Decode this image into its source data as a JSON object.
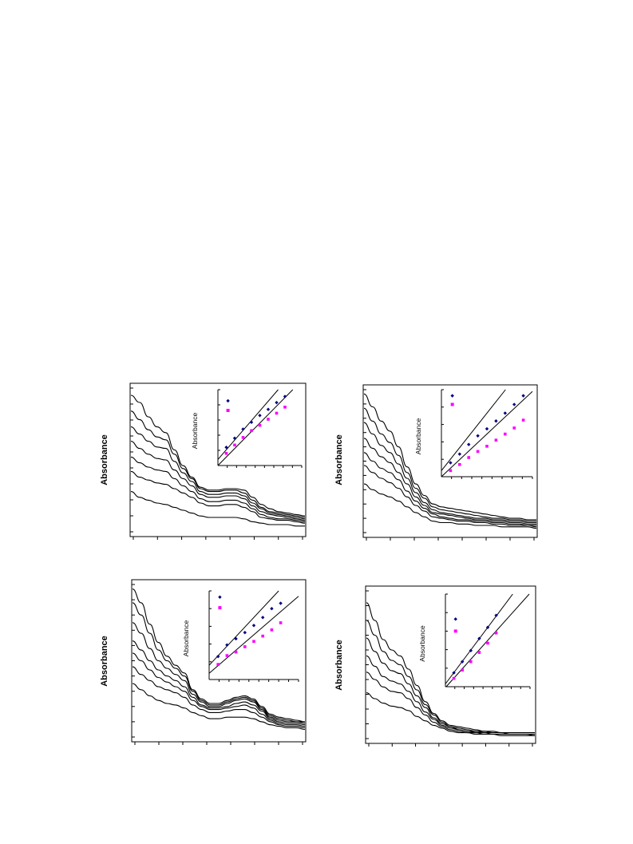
{
  "page": {
    "background": "#ffffff"
  },
  "colors": {
    "line": "#000000",
    "series_a_marker": "#000080",
    "series_b_marker": "#ff00ff"
  },
  "chart_data": [
    {
      "id": "panel-top-left",
      "type": "line",
      "ylabel": "Absorbance",
      "xlim": [
        0,
        12
      ],
      "ylim": [
        0,
        1.0
      ],
      "series": [
        {
          "y": [
            0.95,
            0.9,
            0.8,
            0.73,
            0.69,
            0.57,
            0.46,
            0.38,
            0.31,
            0.29,
            0.29,
            0.3,
            0.3,
            0.29,
            0.24,
            0.19,
            0.16,
            0.14,
            0.13,
            0.12,
            0.11
          ]
        },
        {
          "y": [
            0.84,
            0.78,
            0.71,
            0.66,
            0.64,
            0.54,
            0.44,
            0.37,
            0.3,
            0.28,
            0.28,
            0.29,
            0.29,
            0.27,
            0.22,
            0.17,
            0.14,
            0.13,
            0.12,
            0.11,
            0.1
          ]
        },
        {
          "y": [
            0.73,
            0.68,
            0.63,
            0.59,
            0.58,
            0.49,
            0.41,
            0.35,
            0.28,
            0.26,
            0.26,
            0.27,
            0.27,
            0.25,
            0.2,
            0.16,
            0.13,
            0.12,
            0.11,
            0.1,
            0.09
          ]
        },
        {
          "y": [
            0.63,
            0.58,
            0.54,
            0.51,
            0.5,
            0.43,
            0.37,
            0.32,
            0.26,
            0.24,
            0.24,
            0.25,
            0.25,
            0.23,
            0.18,
            0.14,
            0.12,
            0.11,
            0.1,
            0.09,
            0.08
          ]
        },
        {
          "y": [
            0.52,
            0.48,
            0.45,
            0.43,
            0.42,
            0.37,
            0.32,
            0.28,
            0.23,
            0.21,
            0.21,
            0.22,
            0.22,
            0.2,
            0.16,
            0.12,
            0.1,
            0.09,
            0.09,
            0.08,
            0.07
          ]
        },
        {
          "y": [
            0.42,
            0.38,
            0.36,
            0.34,
            0.33,
            0.3,
            0.27,
            0.24,
            0.2,
            0.18,
            0.18,
            0.19,
            0.19,
            0.17,
            0.14,
            0.1,
            0.09,
            0.08,
            0.08,
            0.07,
            0.06
          ]
        },
        {
          "y": [
            0.28,
            0.24,
            0.22,
            0.2,
            0.19,
            0.17,
            0.15,
            0.13,
            0.11,
            0.1,
            0.1,
            0.1,
            0.1,
            0.09,
            0.07,
            0.06,
            0.05,
            0.05,
            0.05,
            0.04,
            0.04
          ]
        }
      ],
      "inset": {
        "ylabel": "Absorbance",
        "xlim": [
          0,
          10
        ],
        "ylim": [
          0,
          1.0
        ],
        "series_a": {
          "x": [
            1,
            2,
            3,
            4,
            5,
            6,
            7,
            8
          ],
          "y": [
            0.24,
            0.36,
            0.48,
            0.57,
            0.66,
            0.74,
            0.83,
            0.91
          ],
          "fit": [
            0.08,
            1.28
          ]
        },
        "series_b": {
          "x": [
            1,
            2,
            3,
            4,
            5,
            6,
            7,
            8
          ],
          "y": [
            0.16,
            0.27,
            0.37,
            0.46,
            0.53,
            0.61,
            0.69,
            0.77
          ],
          "fit": [
            0.0,
            1.12
          ]
        },
        "legend": {
          "a": {
            "y": 1.18
          },
          "b": {
            "y": 1.02
          }
        }
      }
    },
    {
      "id": "panel-top-right",
      "type": "line",
      "ylabel": "Absorbance",
      "xlim": [
        0,
        12
      ],
      "ylim": [
        0,
        1.0
      ],
      "series": [
        {
          "y": [
            0.97,
            0.88,
            0.78,
            0.71,
            0.6,
            0.46,
            0.34,
            0.26,
            0.2,
            0.18,
            0.17,
            0.16,
            0.15,
            0.14,
            0.13,
            0.12,
            0.11,
            0.1,
            0.1,
            0.09,
            0.09
          ]
        },
        {
          "y": [
            0.87,
            0.78,
            0.69,
            0.63,
            0.54,
            0.42,
            0.31,
            0.24,
            0.18,
            0.16,
            0.15,
            0.14,
            0.13,
            0.12,
            0.11,
            0.1,
            0.1,
            0.09,
            0.09,
            0.08,
            0.08
          ]
        },
        {
          "y": [
            0.77,
            0.69,
            0.61,
            0.56,
            0.48,
            0.38,
            0.28,
            0.21,
            0.16,
            0.14,
            0.13,
            0.12,
            0.11,
            0.1,
            0.1,
            0.09,
            0.09,
            0.08,
            0.08,
            0.07,
            0.07
          ]
        },
        {
          "y": [
            0.66,
            0.59,
            0.53,
            0.49,
            0.42,
            0.34,
            0.25,
            0.19,
            0.14,
            0.13,
            0.12,
            0.11,
            0.1,
            0.09,
            0.09,
            0.08,
            0.08,
            0.07,
            0.07,
            0.06,
            0.06
          ]
        },
        {
          "y": [
            0.56,
            0.5,
            0.45,
            0.42,
            0.37,
            0.29,
            0.22,
            0.17,
            0.13,
            0.11,
            0.1,
            0.09,
            0.09,
            0.08,
            0.08,
            0.07,
            0.07,
            0.06,
            0.06,
            0.05,
            0.05
          ]
        },
        {
          "y": [
            0.47,
            0.42,
            0.38,
            0.35,
            0.31,
            0.25,
            0.19,
            0.15,
            0.11,
            0.1,
            0.09,
            0.08,
            0.08,
            0.07,
            0.07,
            0.06,
            0.06,
            0.05,
            0.05,
            0.05,
            0.04
          ]
        },
        {
          "y": [
            0.34,
            0.3,
            0.27,
            0.25,
            0.22,
            0.18,
            0.14,
            0.11,
            0.08,
            0.07,
            0.07,
            0.06,
            0.06,
            0.05,
            0.05,
            0.05,
            0.04,
            0.04,
            0.04,
            0.04,
            0.03
          ]
        }
      ],
      "inset": {
        "ylabel": "Absorbance",
        "xlim": [
          0,
          10
        ],
        "ylim": [
          0,
          1.0
        ],
        "series_a": {
          "x": [
            1,
            2,
            3,
            4,
            5,
            6,
            7,
            8,
            9
          ],
          "y": [
            0.16,
            0.26,
            0.37,
            0.47,
            0.55,
            0.64,
            0.73,
            0.83,
            0.93
          ],
          "fit": [
            0.07,
            1.32
          ]
        },
        "series_b": {
          "x": [
            1,
            2,
            3,
            4,
            5,
            6,
            7,
            8,
            9
          ],
          "y": [
            0.07,
            0.14,
            0.22,
            0.29,
            0.35,
            0.42,
            0.49,
            0.56,
            0.65
          ],
          "fit": [
            0.0,
            0.98
          ]
        },
        "legend": {
          "a": {
            "y": 0.93
          },
          "b": {
            "y": 0.83
          }
        }
      }
    },
    {
      "id": "panel-bottom-left",
      "type": "line",
      "ylabel": "Absorbance",
      "xlim": [
        0,
        12
      ],
      "ylim": [
        0,
        1.0
      ],
      "series": [
        {
          "y": [
            0.97,
            0.88,
            0.74,
            0.62,
            0.53,
            0.47,
            0.42,
            0.31,
            0.25,
            0.22,
            0.22,
            0.24,
            0.26,
            0.27,
            0.25,
            0.2,
            0.15,
            0.13,
            0.12,
            0.11,
            0.1
          ]
        },
        {
          "y": [
            0.88,
            0.8,
            0.68,
            0.57,
            0.5,
            0.45,
            0.4,
            0.3,
            0.24,
            0.21,
            0.21,
            0.23,
            0.25,
            0.26,
            0.24,
            0.19,
            0.14,
            0.12,
            0.11,
            0.1,
            0.1
          ]
        },
        {
          "y": [
            0.75,
            0.68,
            0.58,
            0.5,
            0.45,
            0.41,
            0.37,
            0.28,
            0.23,
            0.2,
            0.2,
            0.22,
            0.24,
            0.25,
            0.23,
            0.18,
            0.13,
            0.11,
            0.1,
            0.1,
            0.09
          ]
        },
        {
          "y": [
            0.63,
            0.57,
            0.5,
            0.44,
            0.4,
            0.37,
            0.33,
            0.26,
            0.21,
            0.19,
            0.19,
            0.2,
            0.22,
            0.23,
            0.21,
            0.17,
            0.12,
            0.1,
            0.09,
            0.09,
            0.08
          ]
        },
        {
          "y": [
            0.55,
            0.5,
            0.44,
            0.39,
            0.36,
            0.33,
            0.3,
            0.24,
            0.2,
            0.18,
            0.18,
            0.19,
            0.2,
            0.21,
            0.19,
            0.15,
            0.11,
            0.09,
            0.08,
            0.08,
            0.07
          ]
        },
        {
          "y": [
            0.46,
            0.41,
            0.37,
            0.33,
            0.31,
            0.29,
            0.26,
            0.21,
            0.18,
            0.16,
            0.16,
            0.17,
            0.18,
            0.18,
            0.16,
            0.13,
            0.1,
            0.08,
            0.07,
            0.07,
            0.06
          ]
        },
        {
          "y": [
            0.35,
            0.31,
            0.27,
            0.24,
            0.22,
            0.21,
            0.19,
            0.16,
            0.14,
            0.12,
            0.12,
            0.13,
            0.13,
            0.13,
            0.12,
            0.1,
            0.08,
            0.07,
            0.06,
            0.06,
            0.05
          ]
        }
      ],
      "inset": {
        "ylabel": "Absorbance",
        "xlim": [
          0,
          10
        ],
        "ylim": [
          0,
          1.0
        ],
        "series_a": {
          "x": [
            1,
            2,
            3,
            4,
            5,
            6,
            7,
            8
          ],
          "y": [
            0.26,
            0.39,
            0.46,
            0.53,
            0.61,
            0.7,
            0.8,
            0.86
          ],
          "fit": [
            0.16,
            1.08
          ]
        },
        "series_b": {
          "x": [
            1,
            2,
            3,
            4,
            5,
            6,
            7,
            8
          ],
          "y": [
            0.17,
            0.27,
            0.31,
            0.37,
            0.43,
            0.49,
            0.56,
            0.64
          ],
          "fit": [
            0.07,
            0.87
          ]
        },
        "legend": {
          "a": {
            "y": 0.93
          },
          "b": {
            "y": 0.81
          }
        }
      }
    },
    {
      "id": "panel-bottom-right",
      "type": "line",
      "ylabel": "Absorbance",
      "xlim": [
        0,
        12
      ],
      "ylim": [
        0,
        1.0
      ],
      "series": [
        {
          "y": [
            0.92,
            0.8,
            0.67,
            0.6,
            0.56,
            0.47,
            0.36,
            0.25,
            0.17,
            0.12,
            0.09,
            0.08,
            0.07,
            0.06,
            0.05,
            0.05,
            0.04,
            0.04,
            0.04,
            0.04,
            0.04
          ]
        },
        {
          "y": [
            0.8,
            0.7,
            0.59,
            0.53,
            0.5,
            0.42,
            0.33,
            0.23,
            0.16,
            0.11,
            0.08,
            0.07,
            0.06,
            0.05,
            0.05,
            0.04,
            0.04,
            0.04,
            0.04,
            0.04,
            0.04
          ]
        },
        {
          "y": [
            0.68,
            0.59,
            0.51,
            0.46,
            0.44,
            0.37,
            0.29,
            0.21,
            0.14,
            0.1,
            0.08,
            0.06,
            0.05,
            0.05,
            0.04,
            0.04,
            0.04,
            0.03,
            0.03,
            0.03,
            0.03
          ]
        },
        {
          "y": [
            0.56,
            0.49,
            0.42,
            0.39,
            0.37,
            0.32,
            0.25,
            0.18,
            0.13,
            0.09,
            0.07,
            0.06,
            0.05,
            0.04,
            0.04,
            0.03,
            0.03,
            0.03,
            0.03,
            0.03,
            0.03
          ]
        },
        {
          "y": [
            0.45,
            0.4,
            0.35,
            0.32,
            0.31,
            0.27,
            0.21,
            0.16,
            0.11,
            0.08,
            0.06,
            0.05,
            0.04,
            0.04,
            0.03,
            0.03,
            0.03,
            0.03,
            0.03,
            0.03,
            0.02
          ]
        },
        {
          "y": [
            0.31,
            0.27,
            0.24,
            0.22,
            0.21,
            0.19,
            0.15,
            0.12,
            0.09,
            0.07,
            0.05,
            0.04,
            0.04,
            0.03,
            0.03,
            0.03,
            0.02,
            0.02,
            0.02,
            0.02,
            0.02
          ]
        }
      ],
      "inset": {
        "ylabel": "Absorbance",
        "xlim": [
          0,
          10
        ],
        "ylim": [
          0,
          1.0
        ],
        "series_a": {
          "x": [
            1,
            2,
            3,
            4,
            5,
            6
          ],
          "y": [
            0.15,
            0.27,
            0.39,
            0.52,
            0.64,
            0.77
          ],
          "fit": [
            0.03,
            1.22
          ]
        },
        "series_b": {
          "x": [
            1,
            2,
            3,
            4,
            5,
            6
          ],
          "y": [
            0.09,
            0.18,
            0.27,
            0.37,
            0.47,
            0.58
          ],
          "fit": [
            -0.01,
            1.02
          ]
        },
        "legend": {
          "a": {
            "y": 0.73
          },
          "b": {
            "y": 0.6
          }
        }
      }
    }
  ]
}
